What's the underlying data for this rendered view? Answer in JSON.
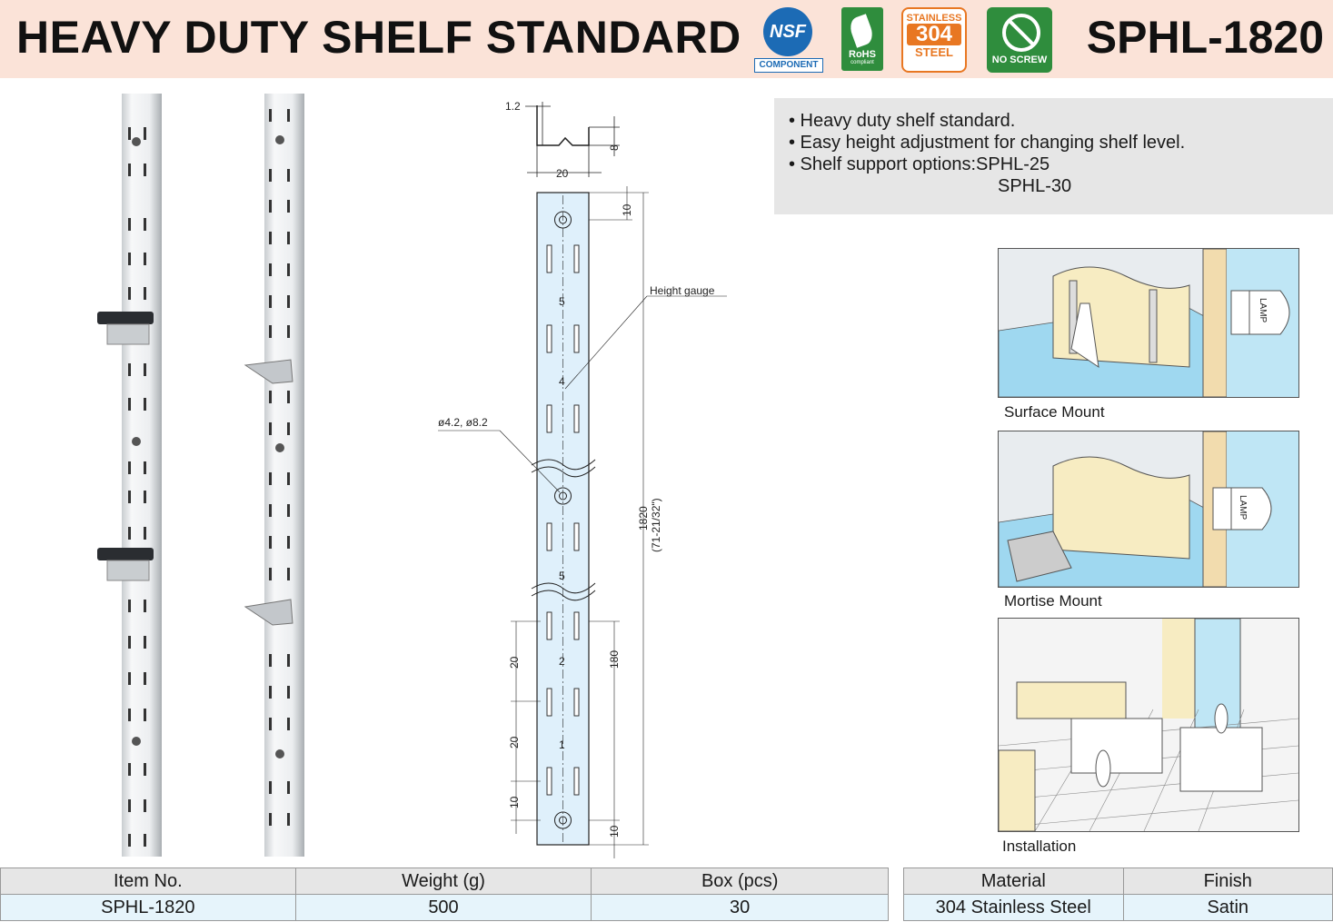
{
  "header": {
    "title": "HEAVY DUTY SHELF STANDARD",
    "model": "SPHL-1820",
    "badges": {
      "nsf": {
        "mark": "NSF",
        "label": "COMPONENT"
      },
      "rohs": {
        "label": "RoHS",
        "sub": "compliant"
      },
      "stainless": {
        "top": "STAINLESS",
        "middle": "304",
        "bottom": "STEEL"
      },
      "noscrew": {
        "label": "NO SCREW"
      }
    }
  },
  "features": {
    "lines": [
      "• Heavy duty shelf standard.",
      "• Easy height adjustment for changing shelf level.",
      "• Shelf support options:SPHL-25",
      "SPHL-30"
    ]
  },
  "drawing": {
    "dims": {
      "thickness": "1.2",
      "depth": "8",
      "width": "20",
      "top_offset": "10",
      "height_gauge": "Height gauge",
      "hole": "ø4.2, ø8.2",
      "length": "1820",
      "length_in": "(71-21/32\")",
      "pitch1": "20",
      "pitch2": "20",
      "span": "180",
      "bottom_offset1": "10",
      "bottom_offset2": "10"
    },
    "gauge_numbers": [
      "5",
      "4",
      "5",
      "2",
      "1"
    ]
  },
  "illustrations": [
    {
      "caption": "Surface Mount",
      "lamp": "LAMP"
    },
    {
      "caption": "Mortise Mount",
      "lamp": "LAMP"
    },
    {
      "caption": "Installation"
    }
  ],
  "spec_table_left": {
    "headers": [
      "Item No.",
      "Weight (g)",
      "Box (pcs)"
    ],
    "values": [
      "SPHL-1820",
      "500",
      "30"
    ]
  },
  "spec_table_right": {
    "headers": [
      "Material",
      "Finish"
    ],
    "values": [
      "304 Stainless Steel",
      "Satin"
    ]
  }
}
